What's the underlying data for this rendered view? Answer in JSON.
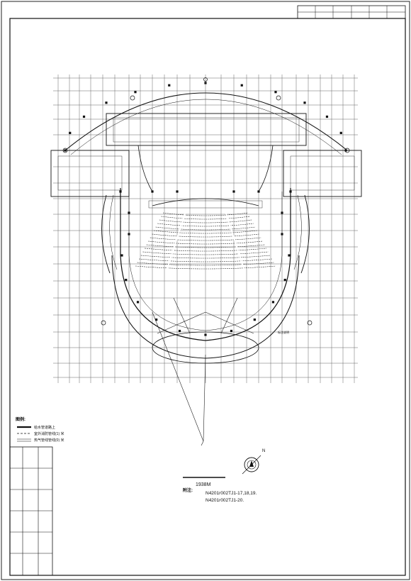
{
  "title_block": {
    "cells": [
      "",
      "",
      "",
      "",
      "",
      ""
    ]
  },
  "legend": {
    "title": "图例:",
    "items": [
      {
        "symbol": "thick-line",
        "label": "给水管道路上"
      },
      {
        "symbol": "dashed-line",
        "label": "室外消防管线(1)  米"
      },
      {
        "symbol": "double-line",
        "label": "热气管线管线(0)  米"
      }
    ]
  },
  "scale_label": "1938M",
  "notes": {
    "title": "附注:",
    "lines": [
      "N4201r002TJ1-17,18,19.",
      "N4201r002TJ1-20."
    ]
  },
  "north_label": "N",
  "annotation": "标注说明"
}
